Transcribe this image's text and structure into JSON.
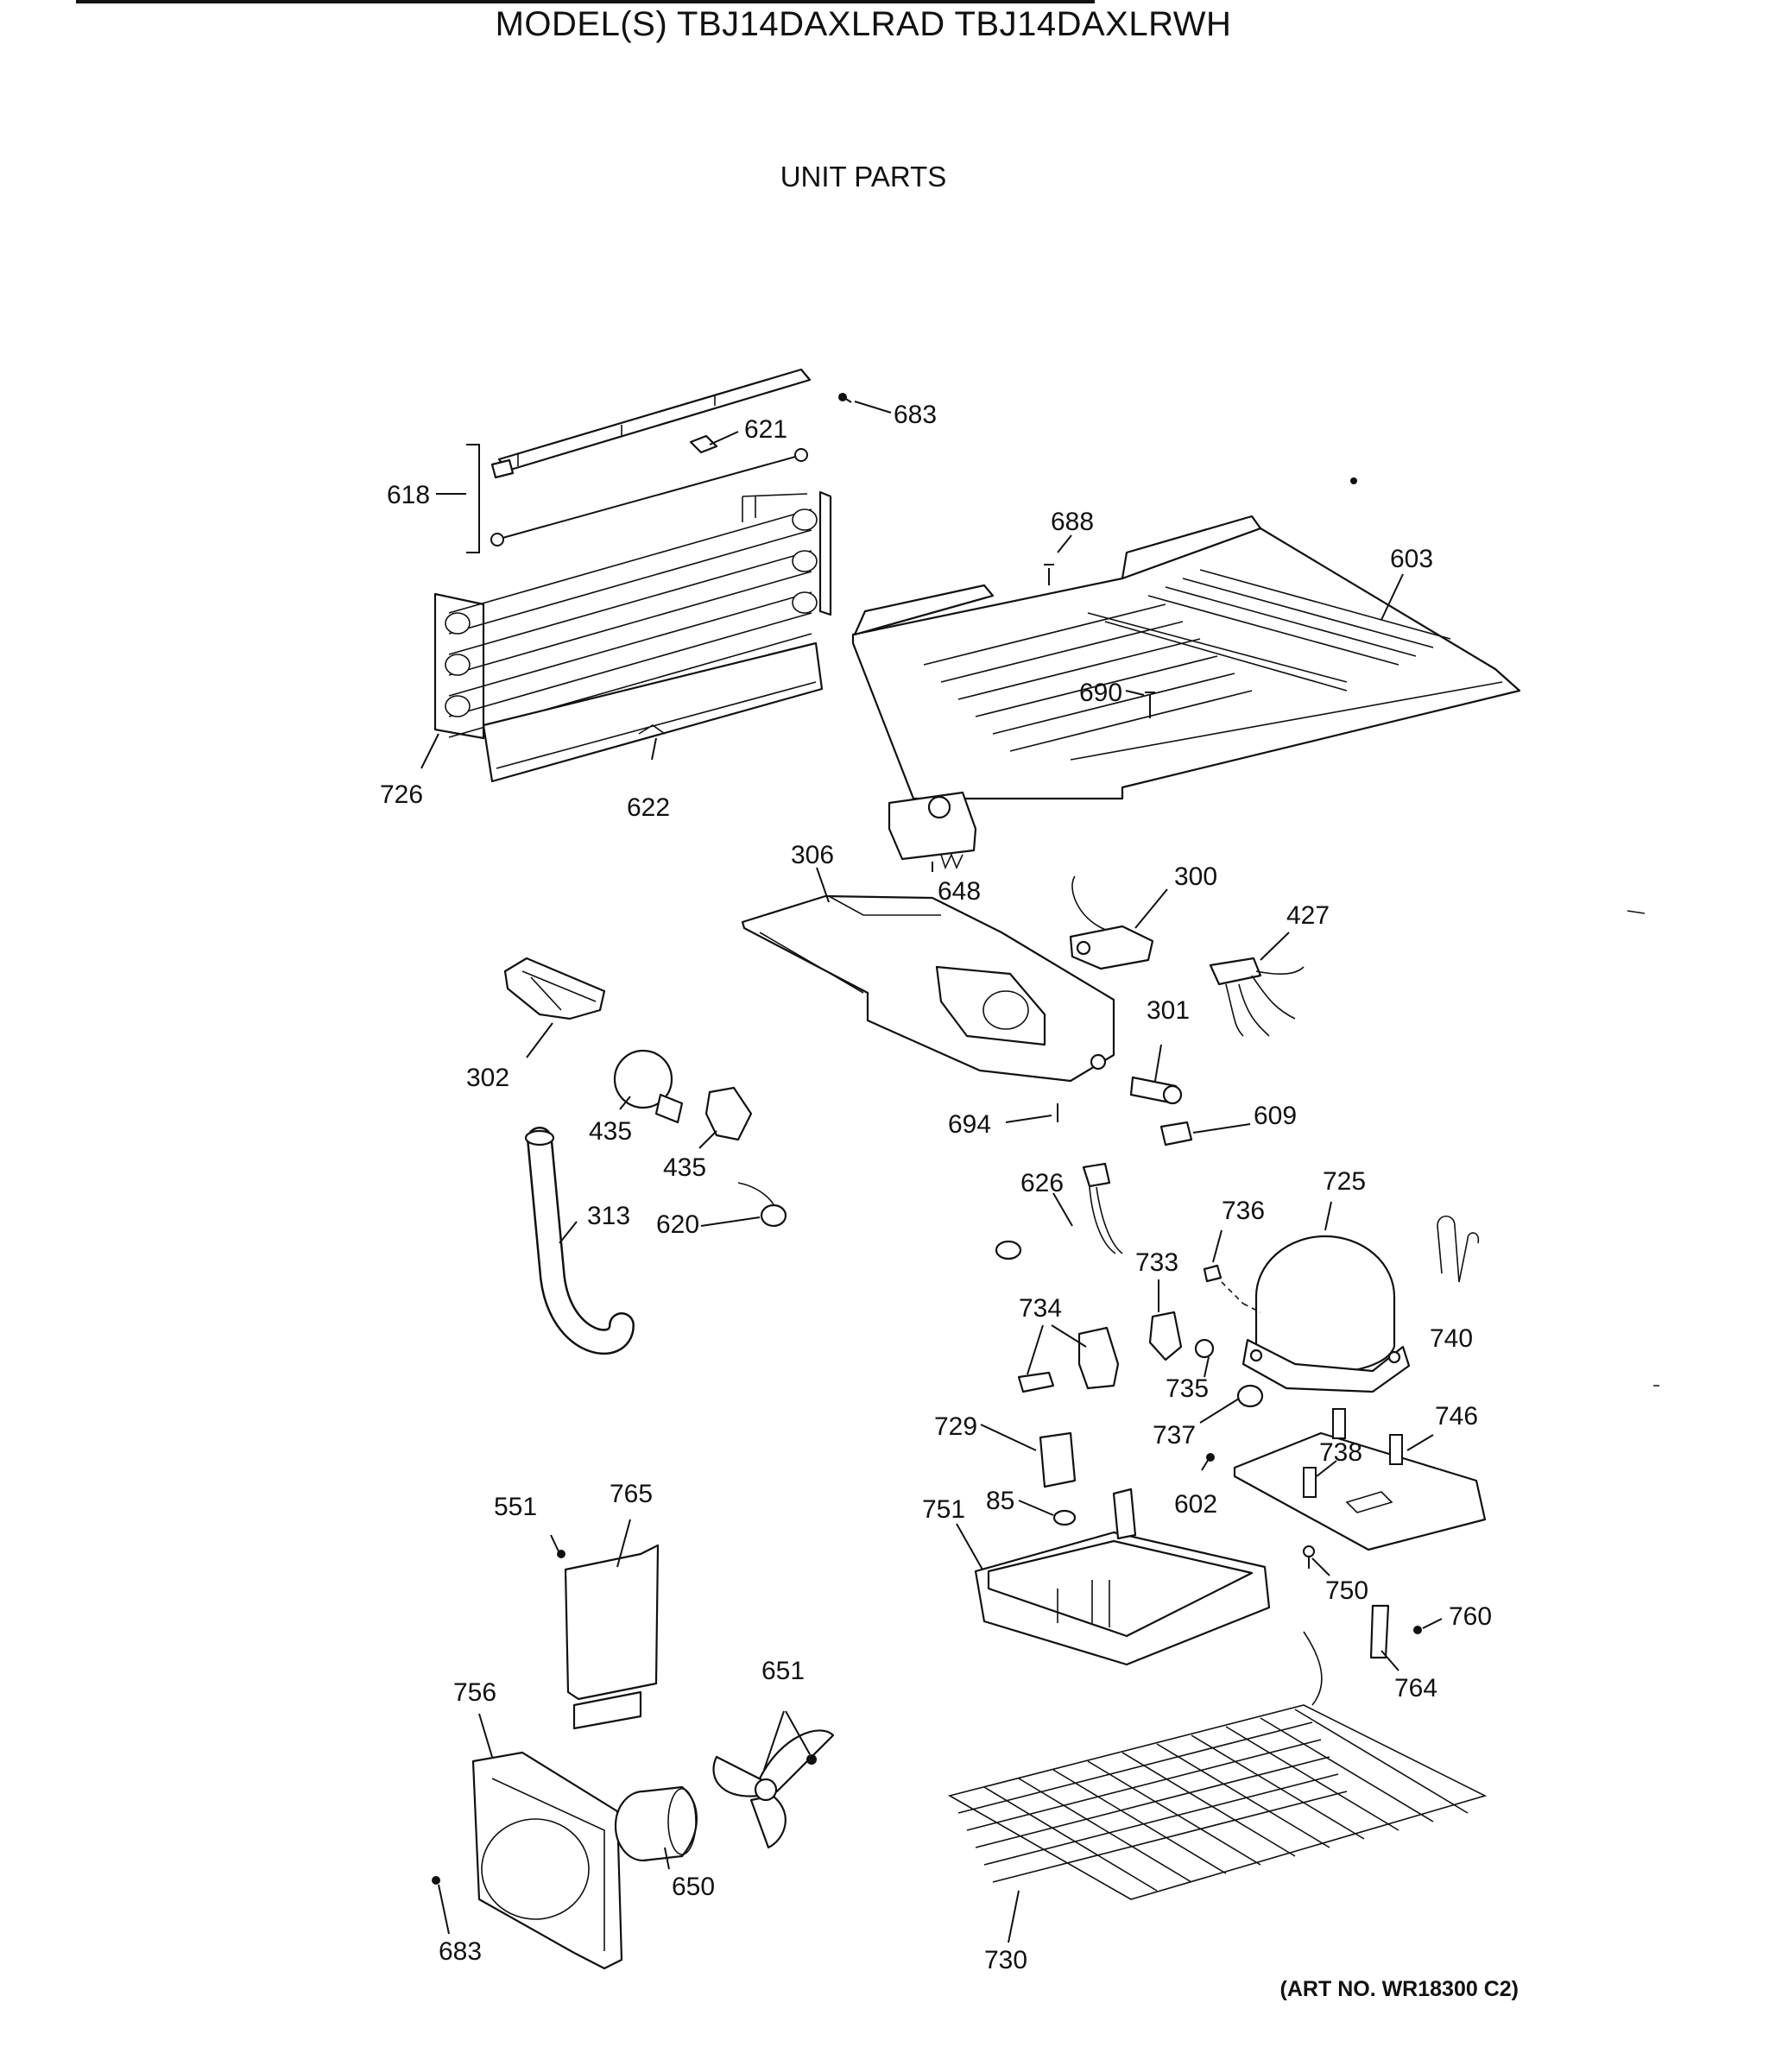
{
  "header": {
    "model_title": "MODEL(S) TBJ14DAXLRAD  TBJ14DAXLRWH",
    "section_title": "UNIT PARTS"
  },
  "footer": {
    "art_no": "(ART NO. WR18300 C2)"
  },
  "callouts": {
    "c683a": "683",
    "c621": "621",
    "c618": "618",
    "c688": "688",
    "c603": "603",
    "c690": "690",
    "c726": "726",
    "c622": "622",
    "c306": "306",
    "c648": "648",
    "c300": "300",
    "c427": "427",
    "c302": "302",
    "c435a": "435",
    "c435b": "435",
    "c301": "301",
    "c694": "694",
    "c609": "609",
    "c313": "313",
    "c620": "620",
    "c626": "626",
    "c725": "725",
    "c736": "736",
    "c733": "733",
    "c734": "734",
    "c740": "740",
    "c735": "735",
    "c737": "737",
    "c729": "729",
    "c746": "746",
    "c738": "738",
    "c85": "85",
    "c751": "751",
    "c602": "602",
    "c551": "551",
    "c765": "765",
    "c750": "750",
    "c760": "760",
    "c764": "764",
    "c651": "651",
    "c756": "756",
    "c650": "650",
    "c683b": "683",
    "c730": "730"
  }
}
